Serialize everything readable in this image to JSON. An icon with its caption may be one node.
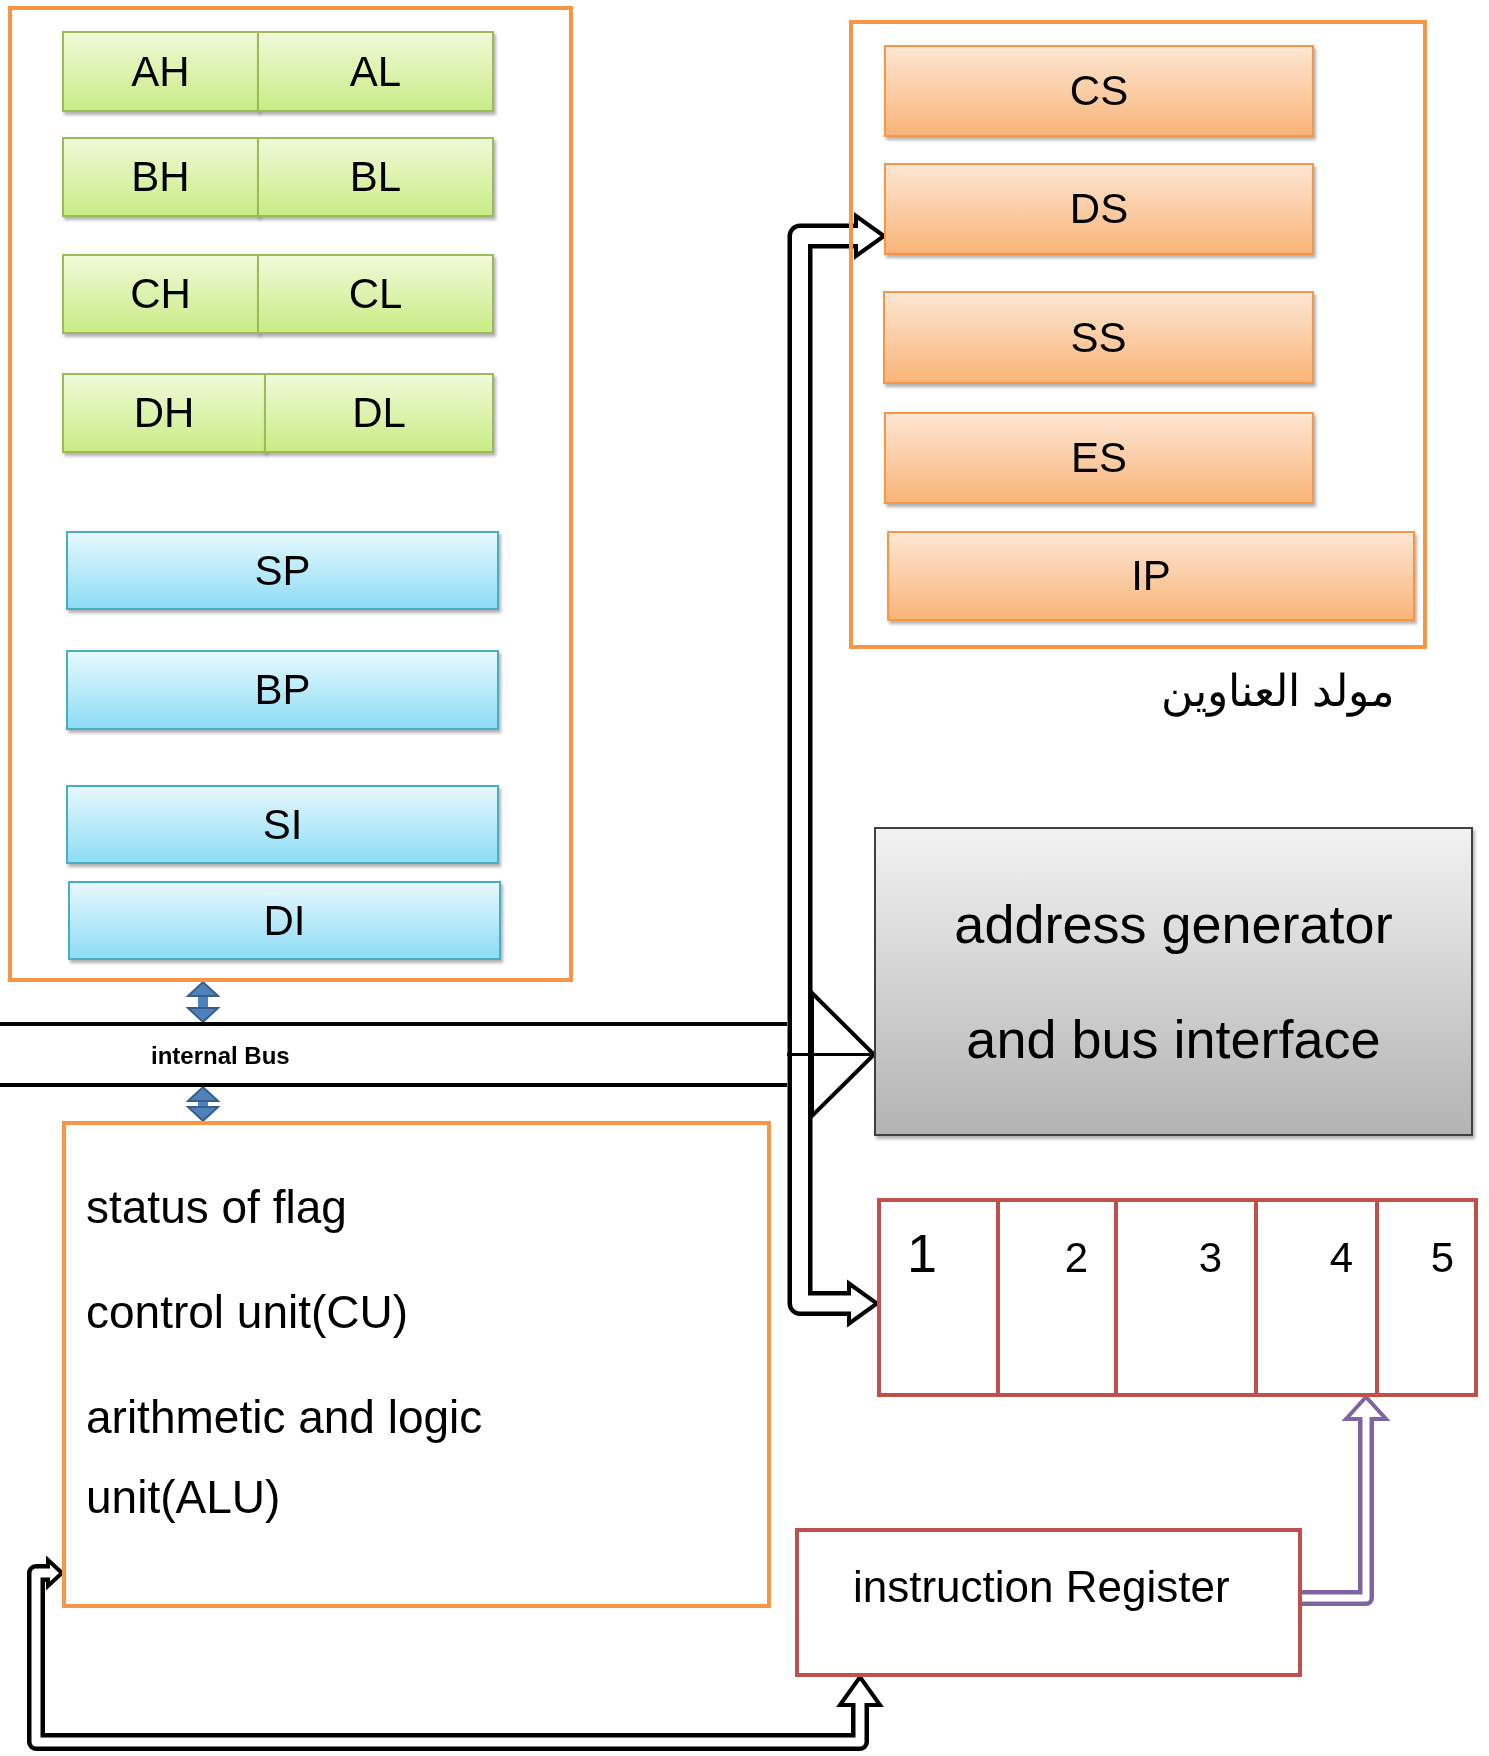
{
  "diagram": {
    "nodes": [
      {
        "text": [],
        "shape": "box"
      },
      {
        "text": [
          "AH"
        ],
        "in": 0
      },
      {
        "text": [
          "AL"
        ],
        "in": 0
      },
      {
        "text": [
          "BH"
        ],
        "in": 0
      },
      {
        "text": [
          "BL"
        ],
        "in": 0
      },
      {
        "text": [
          "CH"
        ],
        "in": 0
      },
      {
        "text": [
          "CL"
        ],
        "in": 0
      },
      {
        "text": [
          "DH"
        ],
        "in": 0
      },
      {
        "text": [
          "DL"
        ],
        "in": 0
      },
      {
        "text": [
          "SP"
        ],
        "in": 0
      },
      {
        "text": [
          "BP"
        ],
        "in": 0
      },
      {
        "text": [
          "SI"
        ],
        "in": 0
      },
      {
        "text": [
          "DI"
        ],
        "in": 0
      },
      {
        "text": [
          "مولد العناوين"
        ]
      },
      {
        "text": [
          "CS"
        ],
        "in": 13
      },
      {
        "text": [
          "DS"
        ],
        "in": 13
      },
      {
        "text": [
          "SS"
        ],
        "in": 13
      },
      {
        "text": [
          "ES"
        ],
        "in": 13
      },
      {
        "text": [
          "IP"
        ],
        "in": 13
      },
      {
        "text": [
          "address generator and bus interface"
        ]
      },
      {
        "text": [
          "internal Bus"
        ]
      },
      {
        "text": [
          "status of flag",
          "control unit(CU)",
          "arithmetic and logic unit(ALU)"
        ]
      },
      {
        "text": [
          "1"
        ]
      },
      {
        "text": [
          "2"
        ]
      },
      {
        "text": [
          "3"
        ]
      },
      {
        "text": [
          "4"
        ]
      },
      {
        "text": [
          "5"
        ]
      },
      {
        "text": [
          "instruction Register"
        ]
      }
    ],
    "edges": [
      {
        "from": 0,
        "to": 20,
        "arrow": "both",
        "color": "#4f81bd"
      },
      {
        "from": 20,
        "to": 21,
        "arrow": "both",
        "color": "#4f81bd"
      },
      {
        "from": 20,
        "to": 19,
        "arrow": "to"
      },
      {
        "from": 20,
        "to": 15,
        "arrow": "to"
      },
      {
        "from": 20,
        "to": 22,
        "arrow": "to"
      },
      {
        "from": 27,
        "to": 25,
        "arrow": "to",
        "color": "#8064a2"
      },
      {
        "from": 21,
        "to": 27,
        "arrow": "both"
      }
    ]
  }
}
